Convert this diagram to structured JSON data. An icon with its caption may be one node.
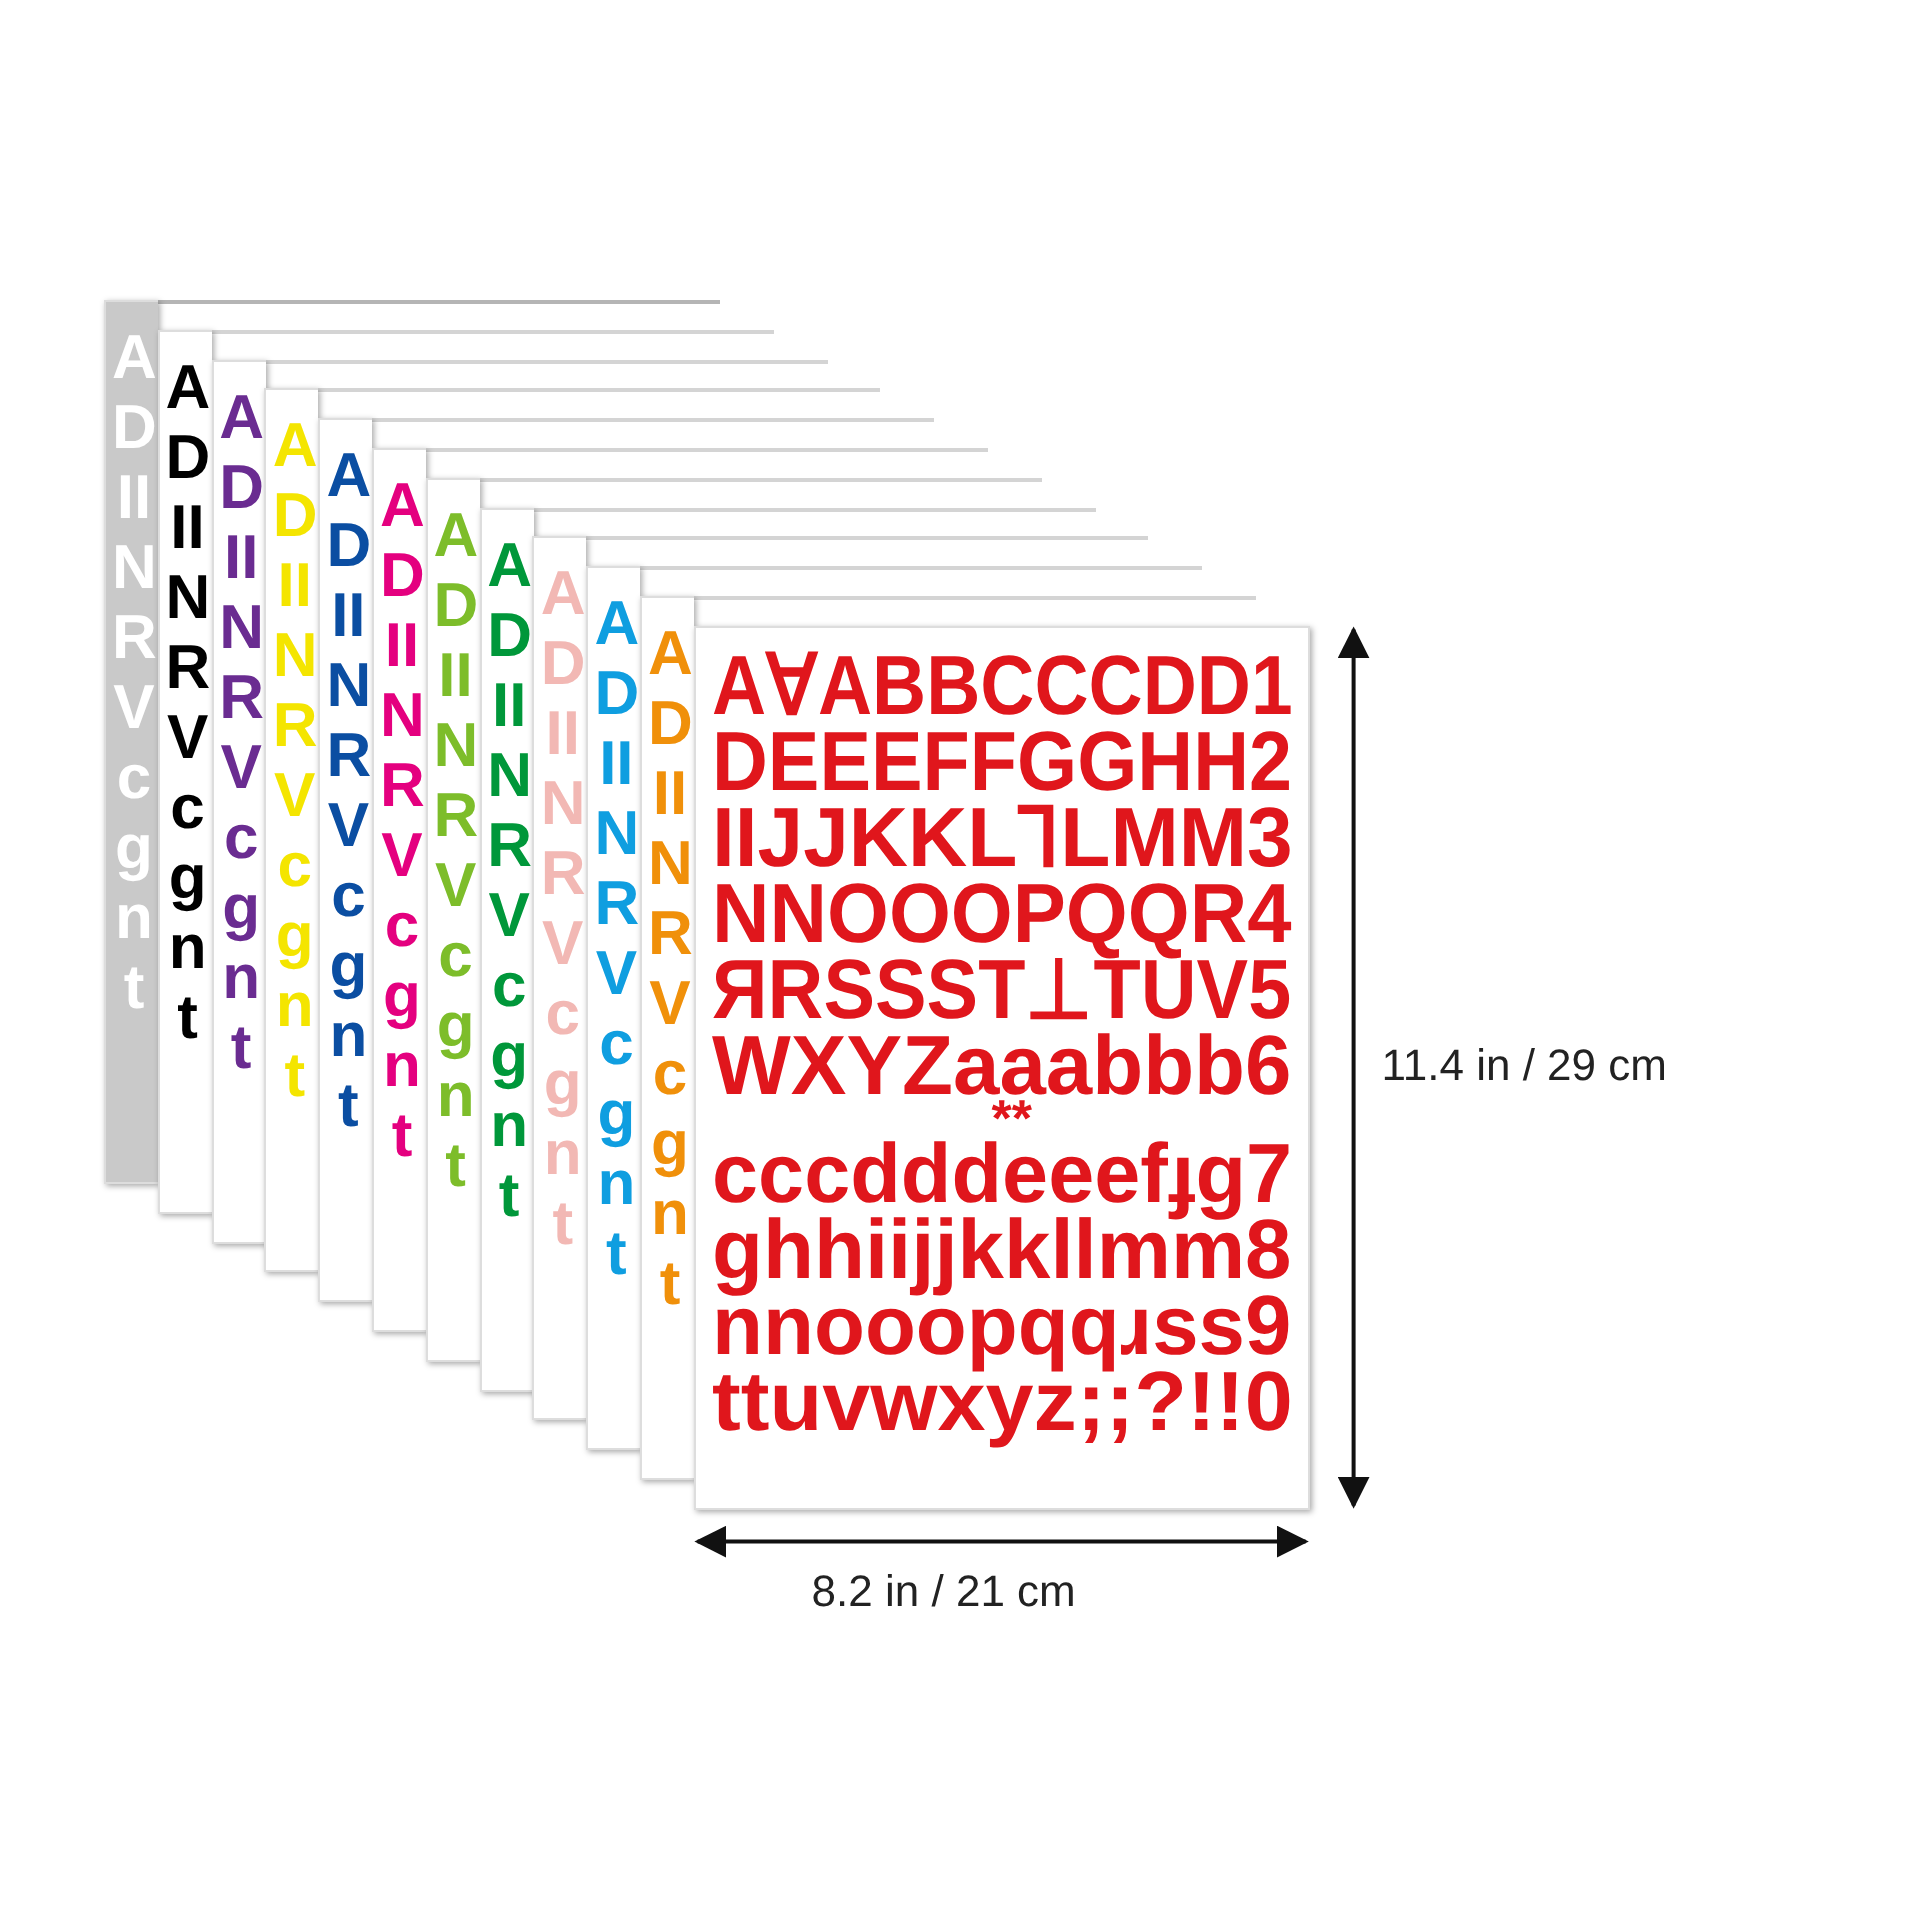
{
  "diagram": {
    "nodes": [
      {
        "text": [
          "ADIINRVcgnt"
        ]
      },
      {
        "text": [
          "ADIINRVcgnt"
        ]
      },
      {
        "text": [
          "ADIINRVcgnt"
        ]
      },
      {
        "text": [
          "ADIINRVcgnt"
        ]
      },
      {
        "text": [
          "ADIINRVcgnt"
        ]
      },
      {
        "text": [
          "ADIINRVcgnt"
        ]
      },
      {
        "text": [
          "ADIINRVcgnt"
        ]
      },
      {
        "text": [
          "ADIINRVcgnt"
        ]
      },
      {
        "text": [
          "ADIINRVcgnt"
        ]
      },
      {
        "text": [
          "ADIINRVcgnt"
        ]
      },
      {
        "text": [
          "ADIINRVcgnt"
        ]
      },
      {
        "text": [
          "A∀ABBCCCDD1",
          "DEEEFFGGHH2",
          "IIJJKKL⅂LMM3",
          "NNOOOPQQR4",
          "ЯRSSST⊥TUV5",
          "WXYZaaabbb6",
          "**",
          "cccdddeeefɟg7",
          "ghhiijjkkllmm8",
          "nnooopqqɹss9",
          "ttuvwxyz;;?!!0"
        ]
      }
    ],
    "labels": [
      "11.4 in / 29 cm",
      "8.2 in / 21 cm"
    ]
  }
}
